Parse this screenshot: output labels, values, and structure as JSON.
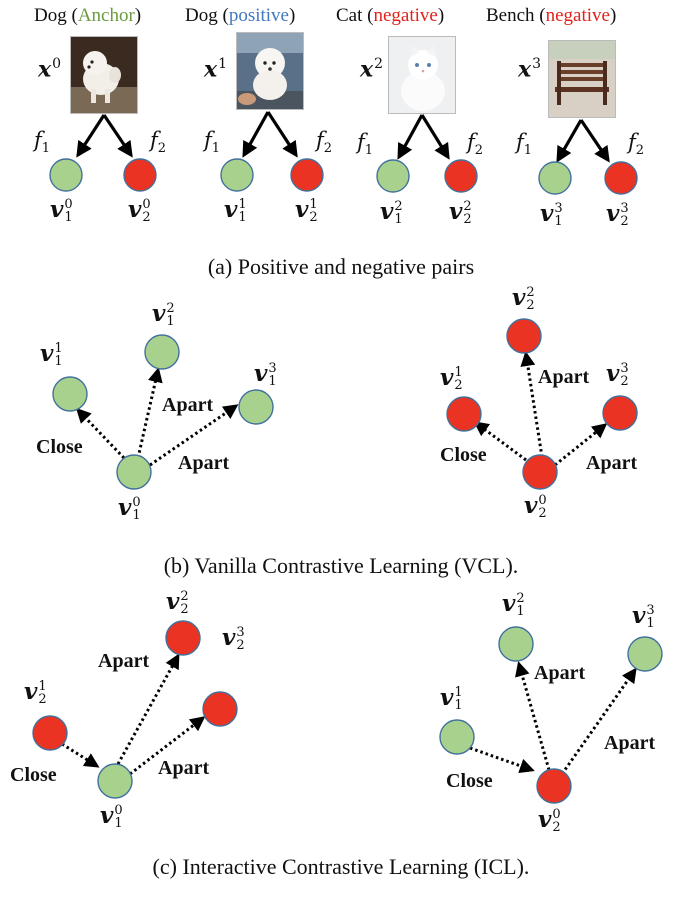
{
  "colors": {
    "anchor_green": "#6b9b3f",
    "positive_blue": "#3f78c0",
    "negative_red": "#e0221b",
    "node_green": "#a9d18e",
    "node_red": "#ea3323",
    "node_border": "#41719c"
  },
  "panel_a": {
    "caption": "(a) Positive and negative pairs",
    "columns": [
      {
        "name": "Dog",
        "role": "Anchor",
        "role_color": "anchor_green",
        "image": "white dog photo",
        "x_label": "x",
        "x_sup": "0",
        "f_left": "f",
        "f_left_sub": "1",
        "f_right": "f",
        "f_right_sub": "2",
        "left_node": {
          "v": "v",
          "sub": "1",
          "sup": "0"
        },
        "right_node": {
          "v": "v",
          "sub": "2",
          "sup": "0"
        }
      },
      {
        "name": "Dog",
        "role": "positive",
        "role_color": "positive_blue",
        "image": "white poodle photo",
        "x_label": "x",
        "x_sup": "1",
        "f_left": "f",
        "f_left_sub": "1",
        "f_right": "f",
        "f_right_sub": "2",
        "left_node": {
          "v": "v",
          "sub": "1",
          "sup": "1"
        },
        "right_node": {
          "v": "v",
          "sub": "2",
          "sup": "1"
        }
      },
      {
        "name": "Cat",
        "role": "negative",
        "role_color": "negative_red",
        "image": "white cat photo",
        "x_label": "x",
        "x_sup": "2",
        "f_left": "f",
        "f_left_sub": "1",
        "f_right": "f",
        "f_right_sub": "2",
        "left_node": {
          "v": "v",
          "sub": "1",
          "sup": "2"
        },
        "right_node": {
          "v": "v",
          "sub": "2",
          "sup": "2"
        }
      },
      {
        "name": "Bench",
        "role": "negative",
        "role_color": "negative_red",
        "image": "wooden bench photo",
        "x_label": "x",
        "x_sup": "3",
        "f_left": "f",
        "f_left_sub": "1",
        "f_right": "f",
        "f_right_sub": "2",
        "left_node": {
          "v": "v",
          "sub": "1",
          "sup": "3"
        },
        "right_node": {
          "v": "v",
          "sub": "2",
          "sup": "3"
        }
      }
    ]
  },
  "panel_b": {
    "caption": "(b) Vanilla Contrastive Learning (VCL).",
    "left": {
      "center": {
        "v": "v",
        "sub": "1",
        "sup": "0"
      },
      "close_node": {
        "v": "v",
        "sub": "1",
        "sup": "1"
      },
      "top_node": {
        "v": "v",
        "sub": "1",
        "sup": "2"
      },
      "right_node": {
        "v": "v",
        "sub": "1",
        "sup": "3"
      },
      "close_label": "Close",
      "apart_label_1": "Apart",
      "apart_label_2": "Apart"
    },
    "right": {
      "center": {
        "v": "v",
        "sub": "2",
        "sup": "0"
      },
      "close_node": {
        "v": "v",
        "sub": "2",
        "sup": "1"
      },
      "top_node": {
        "v": "v",
        "sub": "2",
        "sup": "2"
      },
      "right_node": {
        "v": "v",
        "sub": "2",
        "sup": "3"
      },
      "close_label": "Close",
      "apart_label_1": "Apart",
      "apart_label_2": "Apart"
    }
  },
  "panel_c": {
    "caption": "(c) Interactive Contrastive Learning (ICL).",
    "left": {
      "center": {
        "v": "v",
        "sub": "1",
        "sup": "0"
      },
      "close_node": {
        "v": "v",
        "sub": "2",
        "sup": "1"
      },
      "top_node": {
        "v": "v",
        "sub": "2",
        "sup": "2"
      },
      "right_node": {
        "v": "v",
        "sub": "2",
        "sup": "3"
      },
      "close_label": "Close",
      "apart_label_1": "Apart",
      "apart_label_2": "Apart"
    },
    "right": {
      "center": {
        "v": "v",
        "sub": "2",
        "sup": "0"
      },
      "close_node": {
        "v": "v",
        "sub": "1",
        "sup": "1"
      },
      "top_node": {
        "v": "v",
        "sub": "1",
        "sup": "2"
      },
      "right_node": {
        "v": "v",
        "sub": "1",
        "sup": "3"
      },
      "close_label": "Close",
      "apart_label_1": "Apart",
      "apart_label_2": "Apart"
    }
  }
}
